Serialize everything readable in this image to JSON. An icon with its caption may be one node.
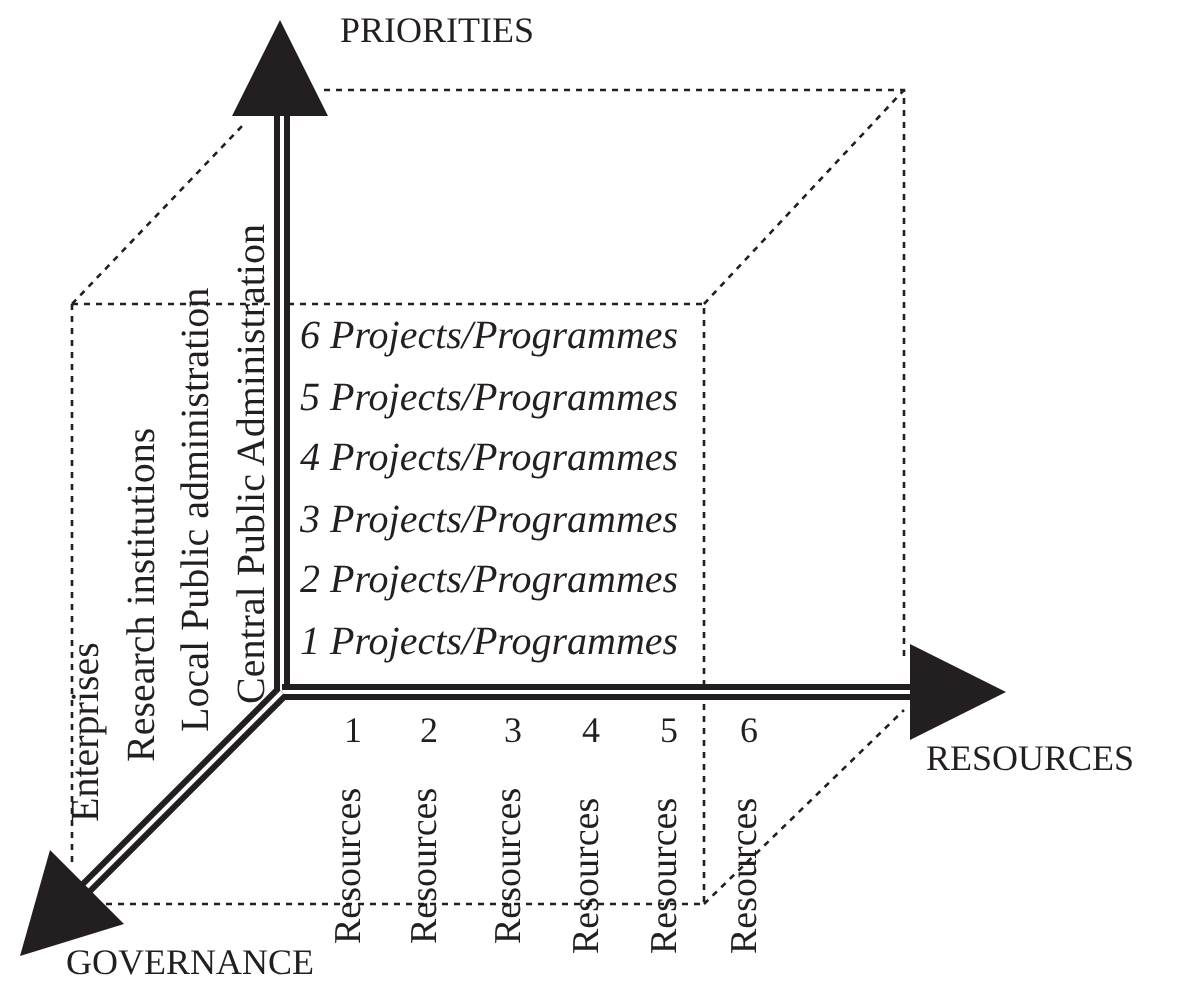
{
  "diagram": {
    "labels": [
      "PRIORITIES",
      "6 Projects/Programmes",
      "5 Projects/Programmes",
      "4 Projects/Programmes",
      "3 Projects/Programmes",
      "2 Projects/Programmes",
      "1 Projects/Programmes",
      "Enterprises",
      "Research institutions",
      "Local Public administration",
      "Central Public Administration",
      "RESOURCES",
      "1",
      "2",
      "3",
      "4",
      "5",
      "6",
      "Resources",
      "Resources",
      "Resources",
      "Resources",
      "Resources",
      "Resources",
      "GOVERNANCE"
    ]
  }
}
